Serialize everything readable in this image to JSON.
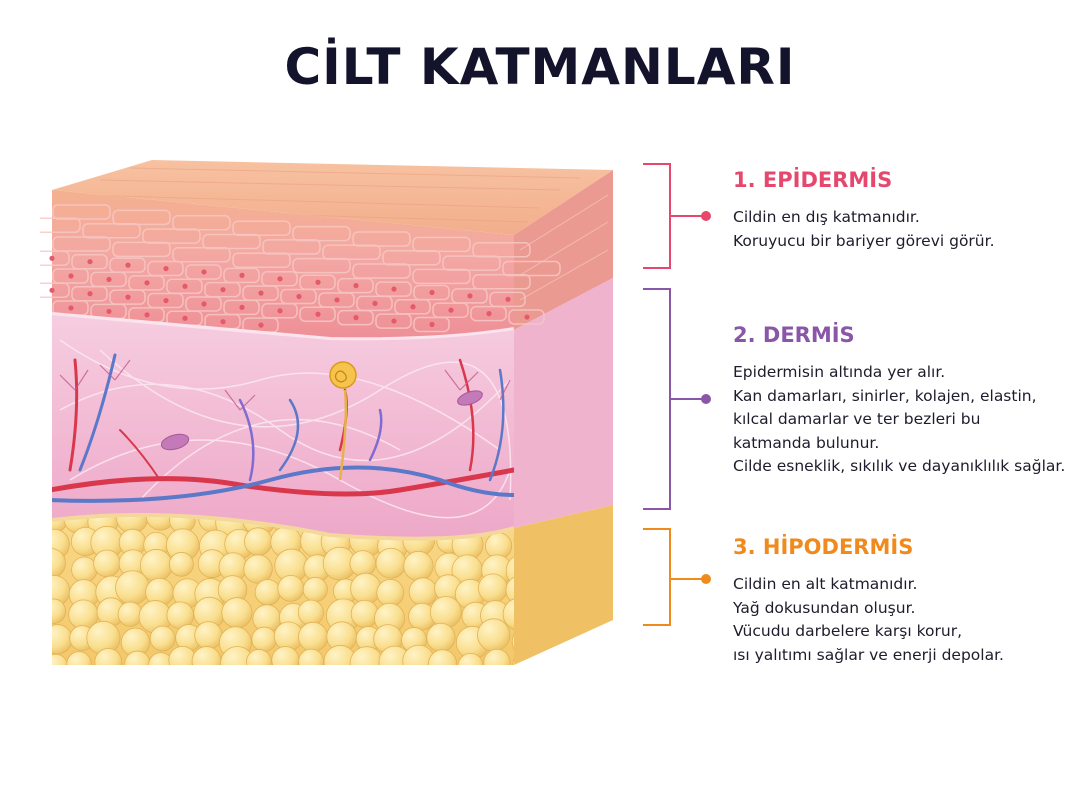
{
  "title": "CİLT KATMANLARI",
  "colors": {
    "epidermis": "#e5476d",
    "dermis": "#8a56a8",
    "hipodermis": "#f08a1c",
    "title": "#13132b"
  },
  "layers": [
    {
      "title": "1. EPİDERMİS",
      "lines": [
        "Cildin en dış katmanıdır.",
        "Koruyucu bir bariyer görevi görür."
      ]
    },
    {
      "title": "2. DERMİS",
      "lines": [
        "Epidermisin altında yer alır.",
        "Kan damarları, sinirler, kolajen, elastin,",
        "kılcal damarlar ve ter bezleri bu",
        "katmanda bulunur.",
        "Cilde esneklik, sıkılık ve dayanıklılık sağlar."
      ]
    },
    {
      "title": "3. HİPODERMİS",
      "lines": [
        "Cildin en alt katmanıdır.",
        "Yağ dokusundan oluşur.",
        "Vücudu darbelere karşı korur,",
        "ısı yalıtımı sağlar ve enerji depolar."
      ]
    }
  ]
}
